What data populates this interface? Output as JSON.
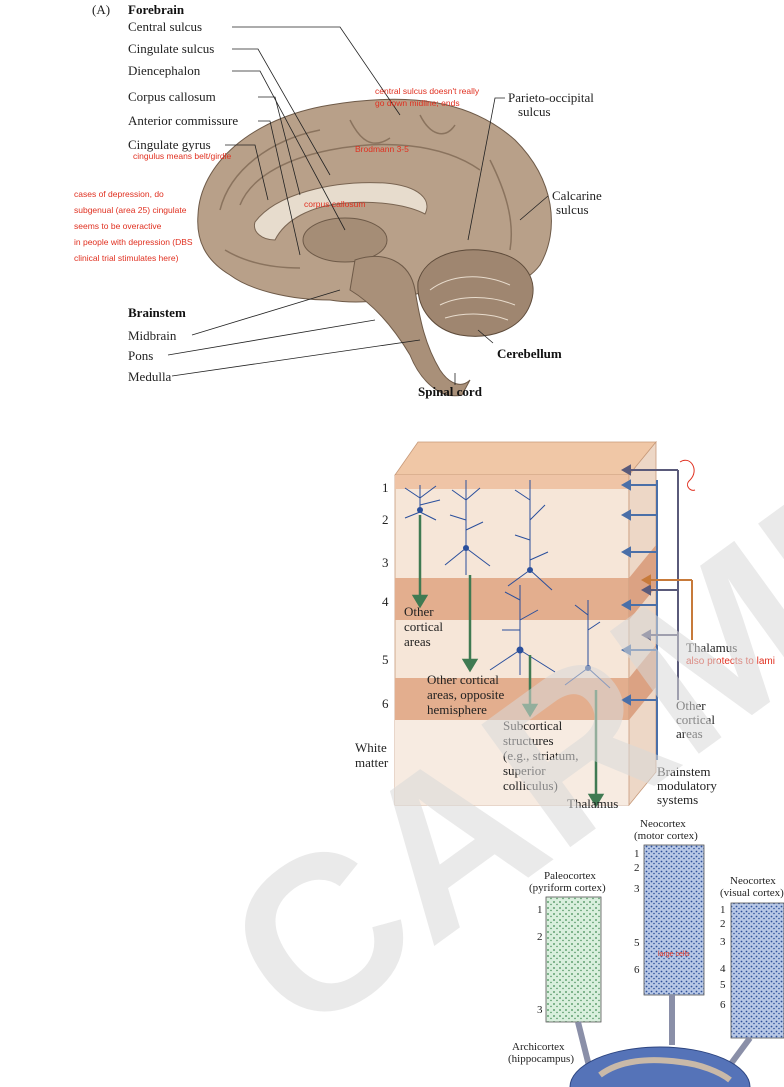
{
  "panel_a": {
    "panel_letter": "(A)",
    "heading": "Forebrain",
    "labels": {
      "central_sulcus": "Central sulcus",
      "cingulate_sulcus": "Cingulate sulcus",
      "diencephalon": "Diencephalon",
      "corpus_callosum": "Corpus callosum",
      "anterior_commissure": "Anterior commissure",
      "cingulate_gyrus": "Cingulate gyrus",
      "parieto_occipital_1": "Parieto-occipital",
      "parieto_occipital_2": "sulcus",
      "calcarine_1": "Calcarine",
      "calcarine_2": "sulcus",
      "brainstem": "Brainstem",
      "midbrain": "Midbrain",
      "pons": "Pons",
      "medulla": "Medulla",
      "cerebellum": "Cerebellum",
      "spinal_cord": "Spinal cord"
    },
    "notes": {
      "central_sulcus_1": "central sulcus doesn't really",
      "central_sulcus_2": "go down midline; ends",
      "brodmann": "Brodmann 3-5",
      "cingulus": "cingulus means belt/girdle",
      "corpus_callosum": "corpus callosum",
      "depression_1": "cases of depression, do",
      "depression_2": "subgenual (area 25) cingulate",
      "depression_3": "seems to be overactive",
      "depression_4": "in people with depression (DBS",
      "depression_5": "clinical trial stimulates here)"
    }
  },
  "panel_b": {
    "layers": [
      "1",
      "2",
      "3",
      "4",
      "5",
      "6"
    ],
    "white_matter_1": "White",
    "white_matter_2": "matter",
    "other_cortical_1": "Other",
    "other_cortical_2": "cortical",
    "other_cortical_3": "areas",
    "opposite_1": "Other cortical",
    "opposite_2": "areas, opposite",
    "opposite_3": "hemisphere",
    "subcortical_1": "Subcortical",
    "subcortical_2": "structures",
    "subcortical_3": "(e.g., striatum,",
    "subcortical_4": "superior",
    "subcortical_5": "colliculus)",
    "thalamus_out": "Thalamus",
    "thalamus_in": "Thalamus",
    "thalamus_note": "also protects to lami",
    "other_areas_1": "Other",
    "other_areas_2": "cortical",
    "other_areas_3": "areas",
    "brainstem_1": "Brainstem",
    "brainstem_2": "modulatory",
    "brainstem_3": "systems"
  },
  "panel_c": {
    "neocortex_motor_1": "Neocortex",
    "neocortex_motor_2": "(motor cortex)",
    "paleocortex_1": "Paleocortex",
    "paleocortex_2": "(pyriform cortex)",
    "neocortex_visual_1": "Neocortex",
    "neocortex_visual_2": "(visual cortex)",
    "archicortex_1": "Archicortex",
    "archicortex_2": "(hippocampus)",
    "motor_layers": [
      "1",
      "2",
      "3",
      "5",
      "6"
    ],
    "paleo_layers": [
      "1",
      "2",
      "3"
    ],
    "visual_layers": [
      "1",
      "2",
      "3",
      "4",
      "5",
      "6"
    ],
    "motor_note": "large cells"
  },
  "watermark": "CARMEL LOUI",
  "colors": {
    "annotation_red": "#e03020",
    "brain_tan": "#b8a089",
    "layer_peach": "#f4dccb",
    "layer_band": "#e3ae8e",
    "neuron_blue": "#2a4f9c",
    "arrow_green": "#3f7a52",
    "stain_green": "#8fbf95",
    "stain_blue": "#5a7fc0"
  }
}
